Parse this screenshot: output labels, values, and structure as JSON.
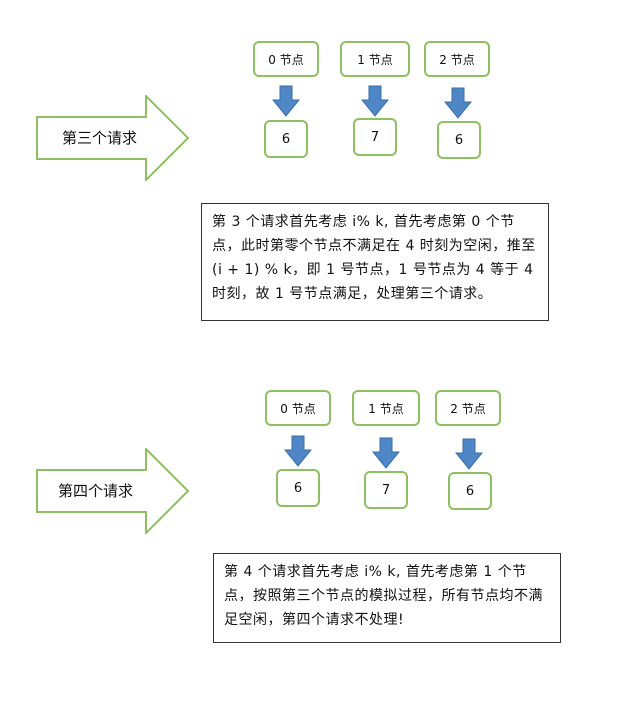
{
  "sections": [
    {
      "request_label": "第三个请求",
      "nodes": [
        {
          "label": "0 节点",
          "value": "6"
        },
        {
          "label": "1 节点",
          "value": "7"
        },
        {
          "label": "2 节点",
          "value": "6"
        }
      ],
      "note": "第 3 个请求首先考虑 i% k, 首先考虑第 0 个节点，此时第零个节点不满足在 4 时刻为空闲，推至(i + 1) % k，即 1 号节点，1 号节点为 4 等于 4 时刻，故 1 号节点满足，处理第三个请求。"
    },
    {
      "request_label": "第四个请求",
      "nodes": [
        {
          "label": "0 节点",
          "value": "6"
        },
        {
          "label": "1 节点",
          "value": "7"
        },
        {
          "label": "2 节点",
          "value": "6"
        }
      ],
      "note": "第 4 个请求首先考虑 i% k, 首先考虑第 1 个节点，按照第三个节点的模拟过程，所有节点均不满足空闲，第四个请求不处理!"
    }
  ],
  "colors": {
    "arrow_fill": "#4f86c6",
    "arrow_stroke": "#3a6ea5",
    "big_arrow_stroke": "#8fbf63",
    "box_border": "#8fbf63",
    "note_border": "#333333"
  }
}
